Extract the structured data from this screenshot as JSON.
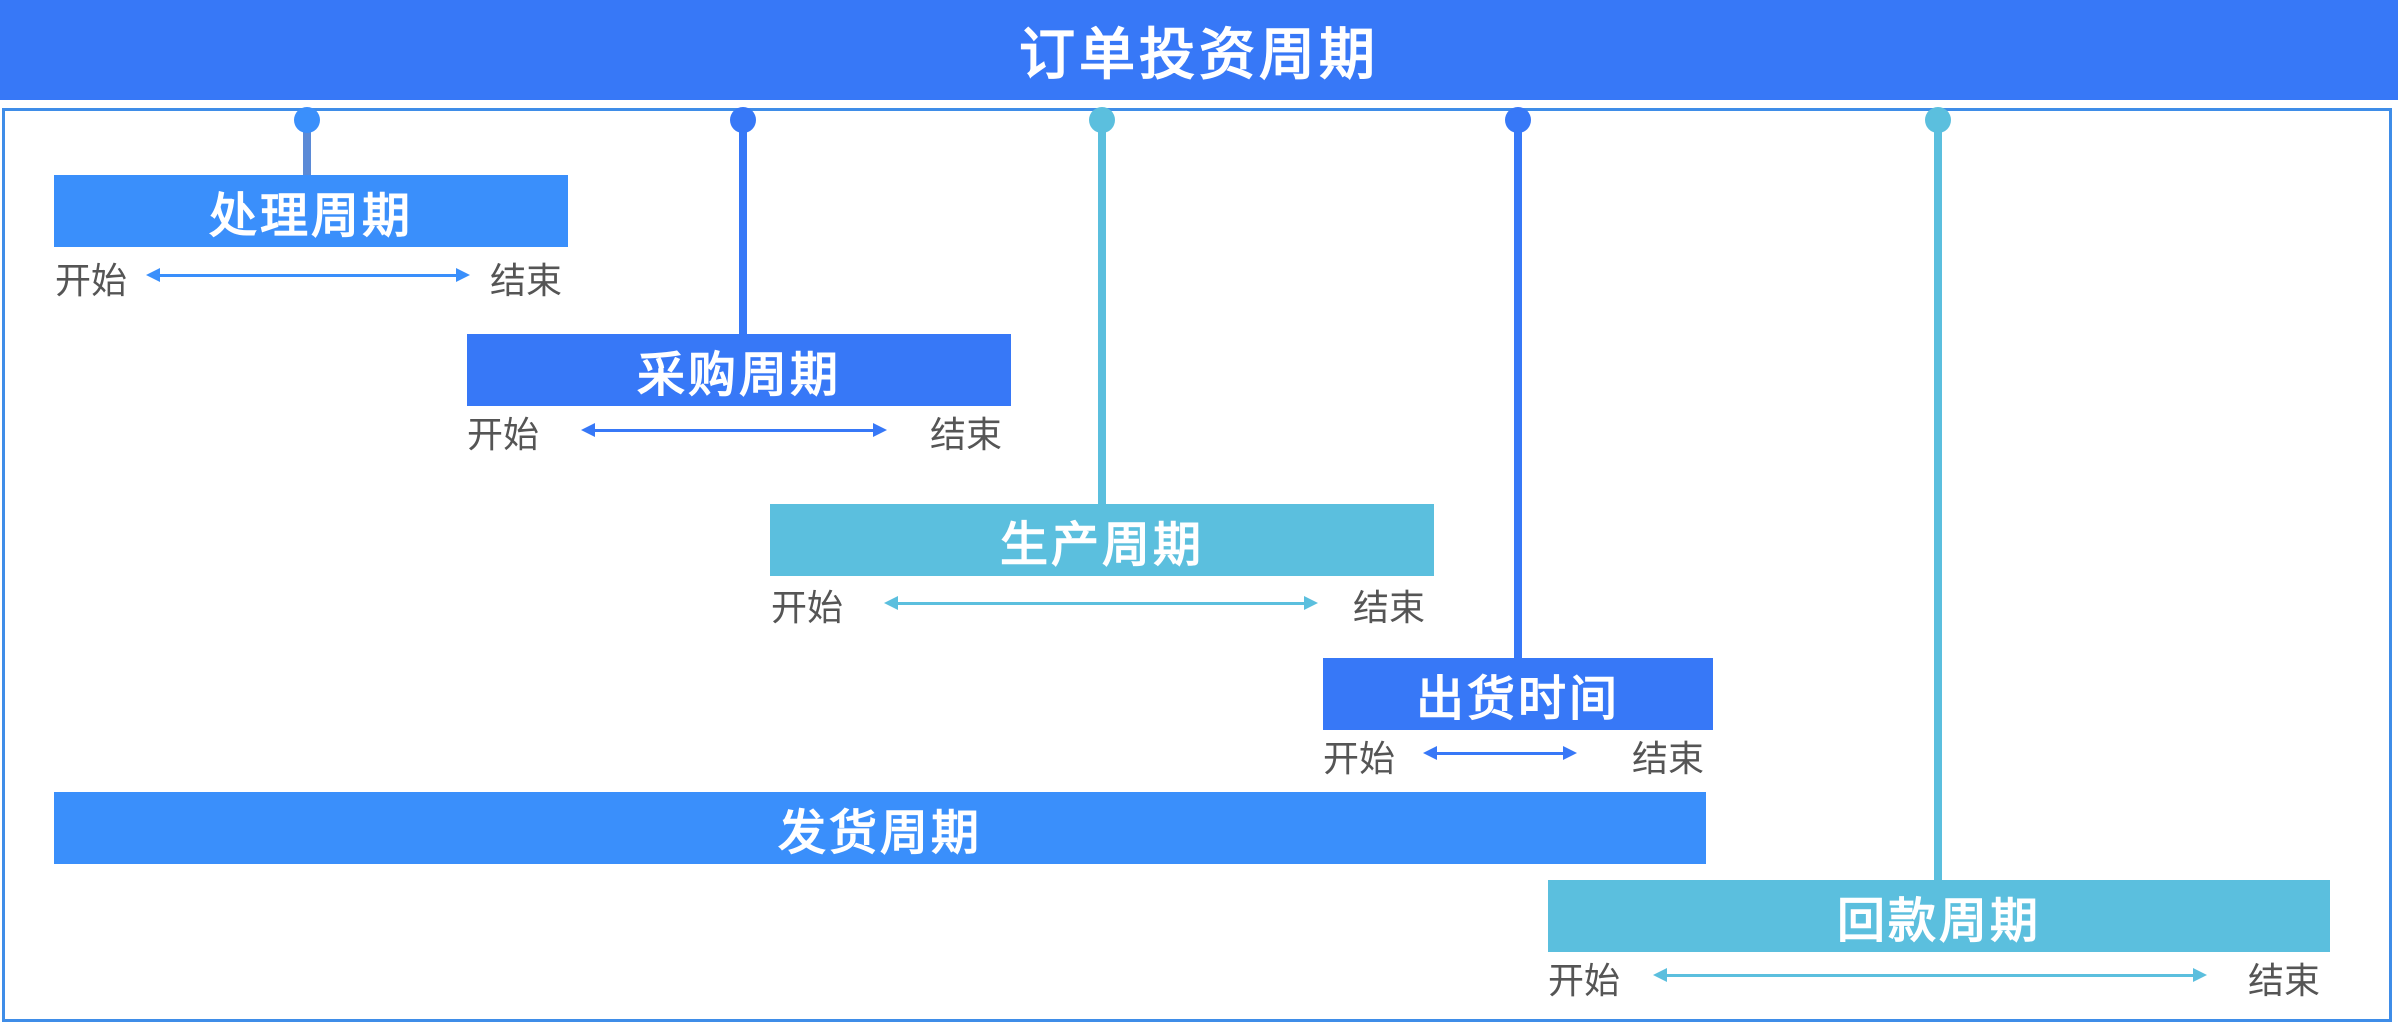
{
  "title": "订单投资周期",
  "colors": {
    "header": "#3778f7",
    "blue": "#3778f7",
    "light_blue": "#3a8ffb",
    "cyan": "#5bbfde",
    "steel": "#5b8ad6",
    "frame": "#3f8de8"
  },
  "labels": {
    "start": "开始",
    "end": "结束"
  },
  "cycles": [
    {
      "name": "处理周期"
    },
    {
      "name": "采购周期"
    },
    {
      "name": "生产周期"
    },
    {
      "name": "出货时间"
    },
    {
      "name": "发货周期"
    },
    {
      "name": "回款周期"
    }
  ]
}
